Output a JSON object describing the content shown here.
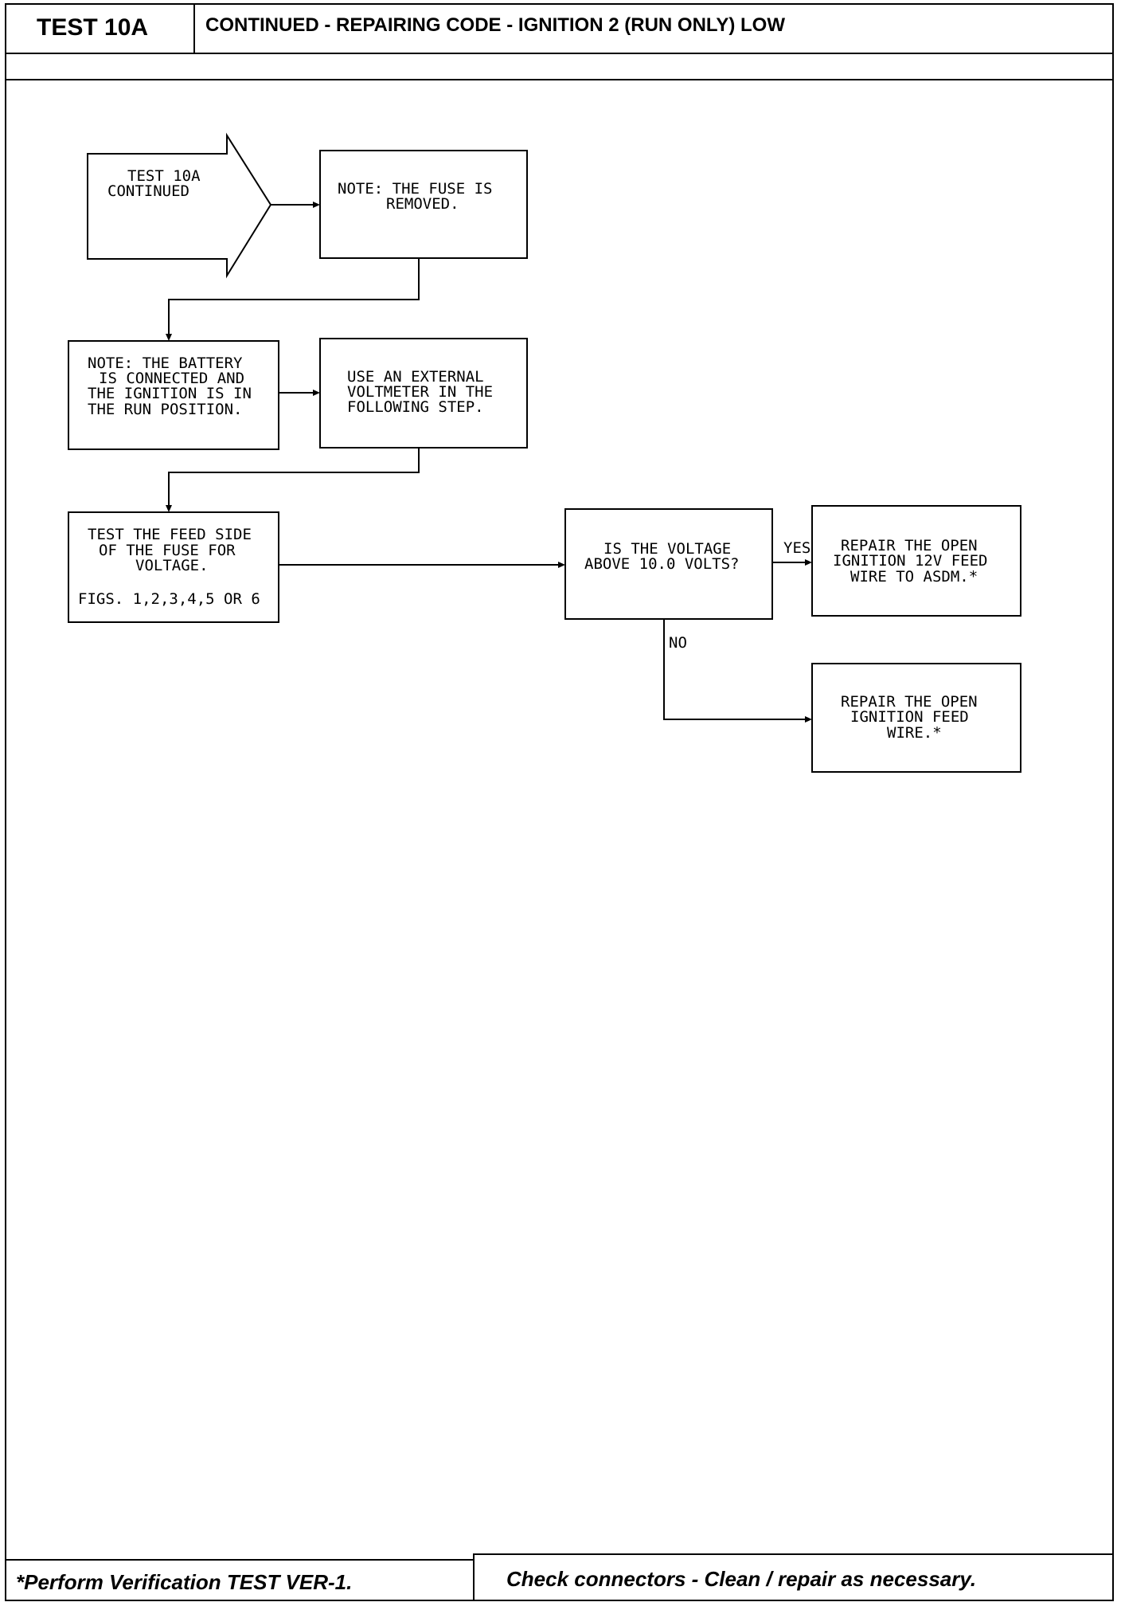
{
  "header": {
    "test_id": "TEST 10A",
    "title": "CONTINUED - REPAIRING CODE - IGNITION 2 (RUN ONLY) LOW"
  },
  "flowchart": {
    "entry": [
      "TEST 10A",
      "CONTINUED"
    ],
    "note_fuse": [
      "NOTE: THE FUSE IS",
      "REMOVED."
    ],
    "note_battery": [
      "NOTE: THE BATTERY",
      "IS CONNECTED AND",
      "THE IGNITION IS IN",
      "THE RUN POSITION."
    ],
    "use_voltmeter": [
      "USE AN EXTERNAL",
      "VOLTMETER IN THE",
      "FOLLOWING STEP."
    ],
    "test_feed": [
      "TEST THE FEED SIDE",
      "OF THE FUSE FOR",
      "VOLTAGE."
    ],
    "test_feed_figs": "FIGS. 1,2,3,4,5 OR 6",
    "decision": [
      "IS THE VOLTAGE",
      "ABOVE 10.0 VOLTS?"
    ],
    "yes_label": "YES",
    "no_label": "NO",
    "repair_12v": [
      "REPAIR THE OPEN",
      "IGNITION 12V FEED",
      "WIRE TO ASDM.*"
    ],
    "repair_feed": [
      "REPAIR THE OPEN",
      "IGNITION FEED",
      "WIRE.*"
    ]
  },
  "footer": {
    "verification": "*Perform Verification TEST VER-1.",
    "connectors": "Check connectors - Clean / repair as necessary."
  }
}
